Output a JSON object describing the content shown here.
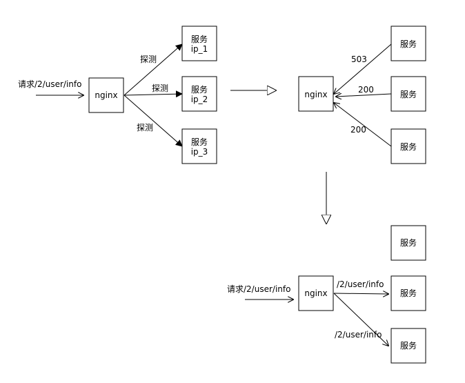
{
  "top_left": {
    "request_label": "请求/2/user/info",
    "nginx_label": "nginx",
    "services": [
      {
        "name": "服务",
        "ip": "ip_1"
      },
      {
        "name": "服务",
        "ip": "ip_2"
      },
      {
        "name": "服务",
        "ip": "ip_3"
      }
    ],
    "probe_labels": [
      "探测",
      "探测",
      "探测"
    ]
  },
  "top_right": {
    "nginx_label": "nginx",
    "services": [
      "服务",
      "服务",
      "服务"
    ],
    "status_codes": [
      "503",
      "200",
      "200"
    ]
  },
  "bottom": {
    "request_label": "请求/2/user/info",
    "nginx_label": "nginx",
    "services": [
      "服务",
      "服务",
      "服务"
    ],
    "route_labels": [
      "/2/user/info",
      "/2/user/info"
    ]
  }
}
